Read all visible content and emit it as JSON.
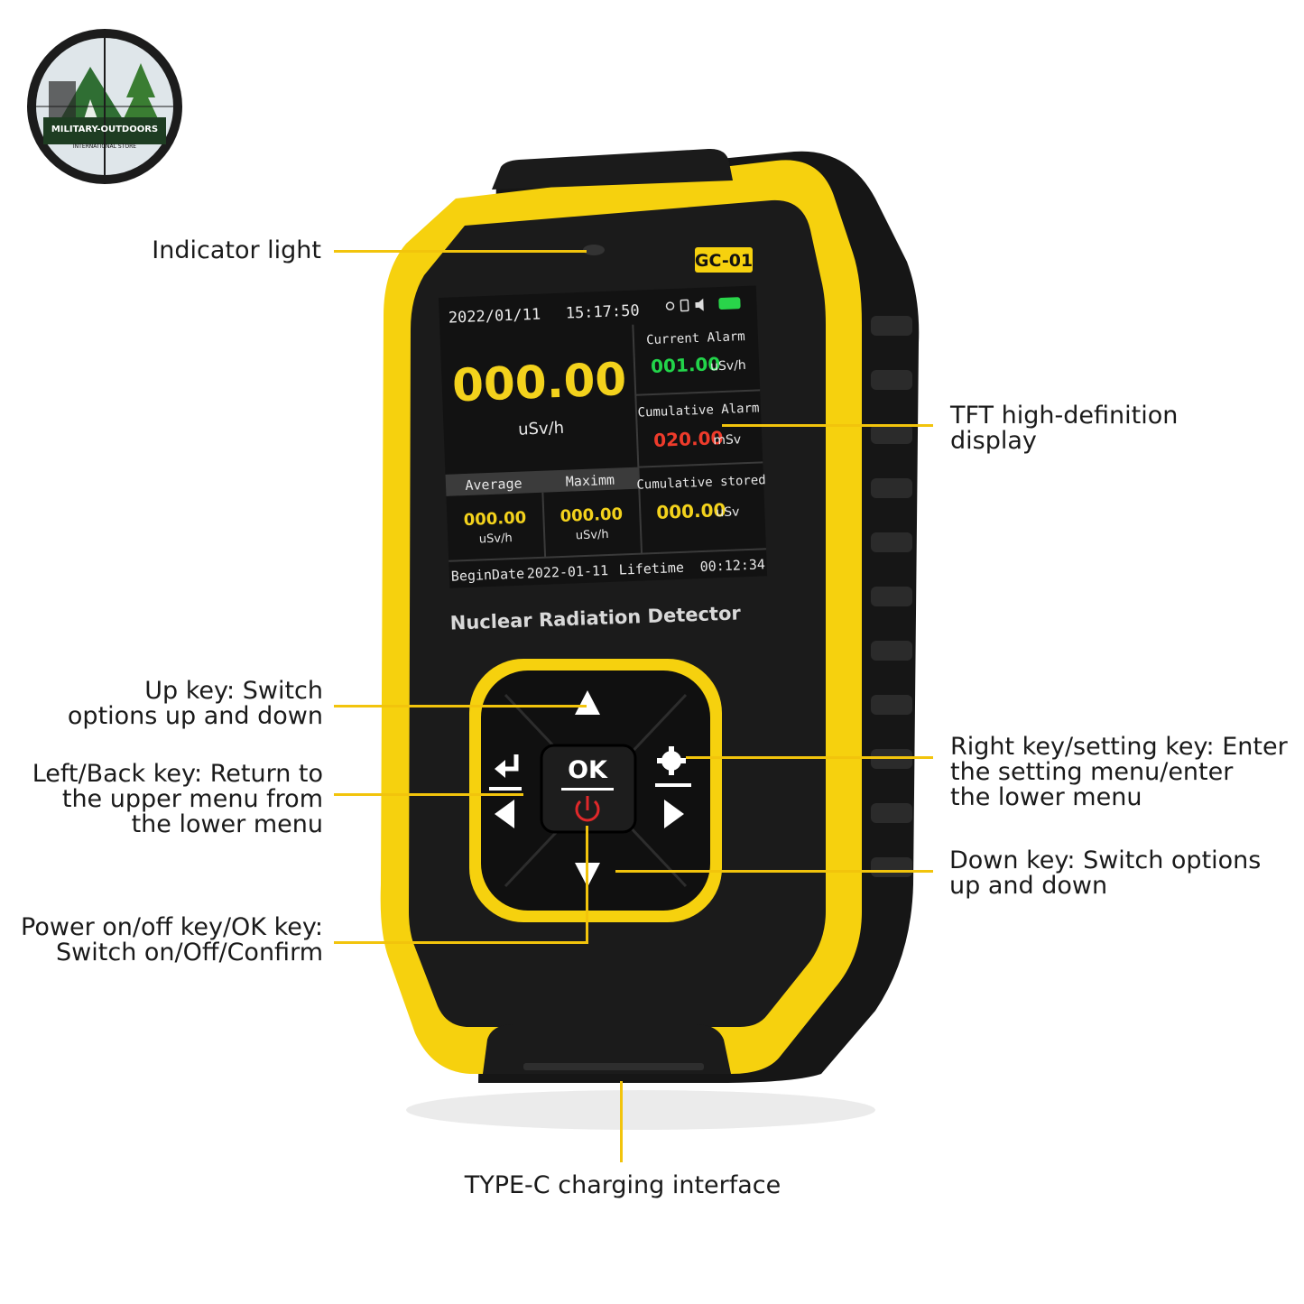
{
  "logo": {
    "brand": "MILITARY-OUTDOORS",
    "subtitle": "INTERNATIONAL STORE"
  },
  "device": {
    "model": "GC-01",
    "product_name": "Nuclear Radiation Detector",
    "screen": {
      "date": "2022/01/11",
      "time": "15:17:50",
      "main_value": "000.00",
      "main_unit": "uSv/h",
      "current_alarm_label": "Current Alarm",
      "current_alarm_value": "001.00",
      "current_alarm_unit": "uSv/h",
      "cumulative_alarm_label": "Cumulative Alarm",
      "cumulative_alarm_value": "020.00",
      "cumulative_alarm_unit": "mSv",
      "average_label": "Average",
      "average_value": "000.00",
      "average_unit": "uSv/h",
      "maximum_label": "Maximm",
      "maximum_value": "000.00",
      "maximum_unit": "uSv/h",
      "cumulative_stored_label": "Cumulative stored",
      "cumulative_stored_value": "000.00",
      "cumulative_stored_unit": "uSv",
      "begin_date_label": "BeginDate",
      "begin_date_value": "2022-01-11",
      "lifetime_label": "Lifetime",
      "lifetime_value": "00:12:34"
    },
    "ok_label": "OK"
  },
  "callouts": {
    "indicator_light": "Indicator light",
    "tft_display": [
      "TFT high-definition",
      "display"
    ],
    "up_key": [
      "Up key: Switch",
      "options up and down"
    ],
    "left_key": [
      "Left/Back key: Return to",
      "the upper menu from",
      "the lower menu"
    ],
    "right_key": [
      "Right key/setting key: Enter",
      "the setting menu/enter",
      "the lower menu"
    ],
    "down_key": [
      "Down key: Switch options",
      "up and down"
    ],
    "power_key": [
      "Power on/off key/OK key:",
      "Switch on/Off/Confirm"
    ],
    "typec": "TYPE-C charging interface"
  },
  "colors": {
    "yellow": "#f6d10e",
    "body_black": "#1b1b1b",
    "screen_bg": "#121212",
    "value_yellow": "#f3d21c",
    "value_green": "#22d44a",
    "value_red": "#ee3b2b",
    "leader": "#f2c40c"
  }
}
